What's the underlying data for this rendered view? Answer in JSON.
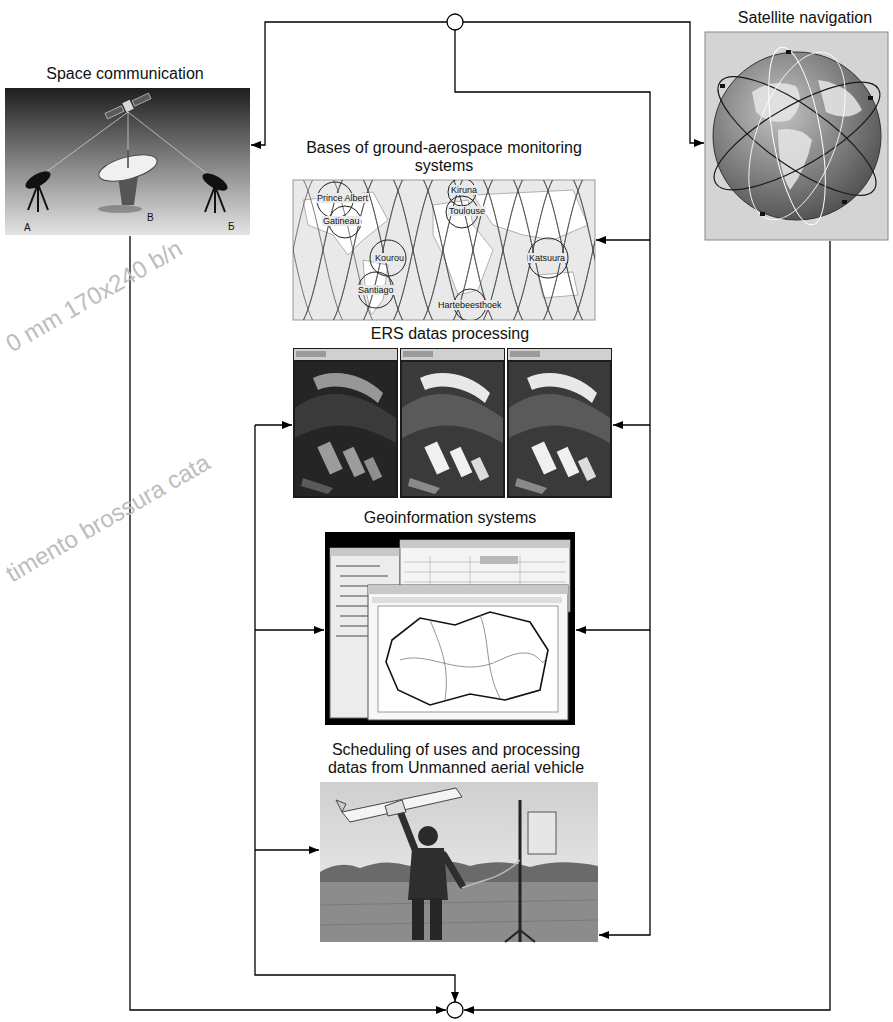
{
  "diagram": {
    "nodes": [
      {
        "text": [
          "Space communication"
        ]
      },
      {
        "text": [
          "Satellite navigation"
        ]
      },
      {
        "text": [
          "Bases of ground-aerospace monitoring systems"
        ]
      },
      {
        "text": [
          "ERS datas processing"
        ]
      },
      {
        "text": [
          "Geoinformation systems"
        ]
      },
      {
        "text": [
          "Scheduling of uses and processing datas from Unmanned aerial vehicle"
        ]
      }
    ],
    "labels": [
      "0 mm 170x240 b/n",
      "timento brossura cata",
      "А",
      "В",
      "Б",
      "Prince Albert",
      "Gatineau",
      "Kiruna",
      "Toulouse",
      "Kourou",
      "Santiago",
      "Hartebeesthoek",
      "Katsuura"
    ]
  }
}
